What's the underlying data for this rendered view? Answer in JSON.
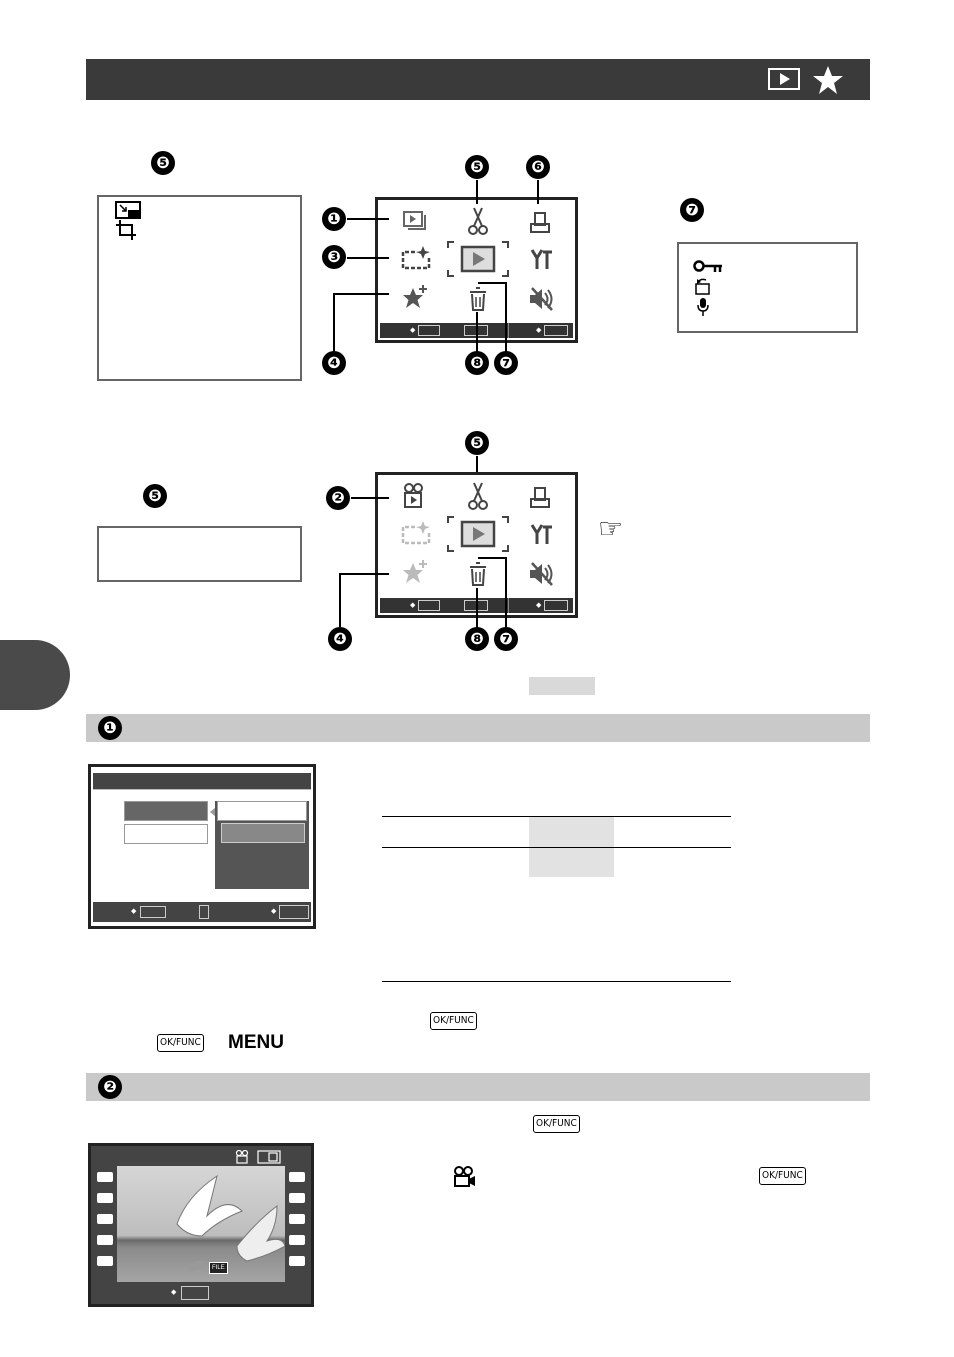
{
  "header": {
    "icons": [
      "playback-icon",
      "star-icon"
    ]
  },
  "callouts": {
    "n1": "❶",
    "n2": "❷",
    "n3": "❸",
    "n4": "❹",
    "n5": "❺",
    "n6": "❻",
    "n7": "❼",
    "n8": "❽"
  },
  "section1": {
    "number": "❶"
  },
  "section2": {
    "number": "❷"
  },
  "buttons": {
    "okfunc": "OK/FUNC",
    "menu": "MENU"
  },
  "lcd_labels": {
    "file": "FILE"
  },
  "pointer_icon": "☞"
}
